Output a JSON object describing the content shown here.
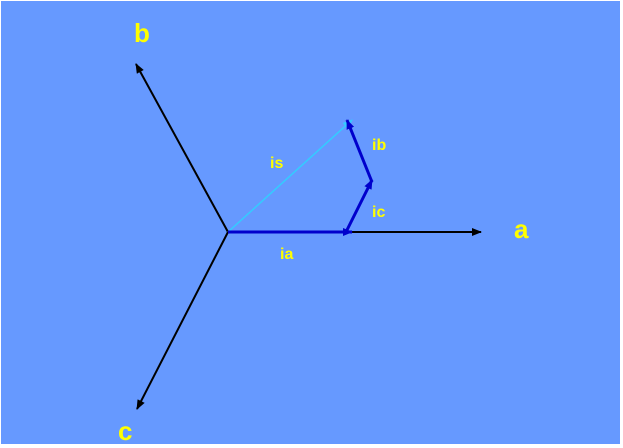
{
  "diagram": {
    "axes": {
      "a": {
        "label": "a"
      },
      "b": {
        "label": "b"
      },
      "c": {
        "label": "c"
      }
    },
    "vectors": {
      "ia": {
        "label": "ia"
      },
      "ib": {
        "label": "ib"
      },
      "ic": {
        "label": "ic"
      },
      "is": {
        "label": "is"
      }
    },
    "colors": {
      "background": "#6699FF",
      "axis": "#000000",
      "phase_vector": "#0000CC",
      "resultant_vector": "#33CCFF",
      "label": "#FFFF00"
    }
  }
}
